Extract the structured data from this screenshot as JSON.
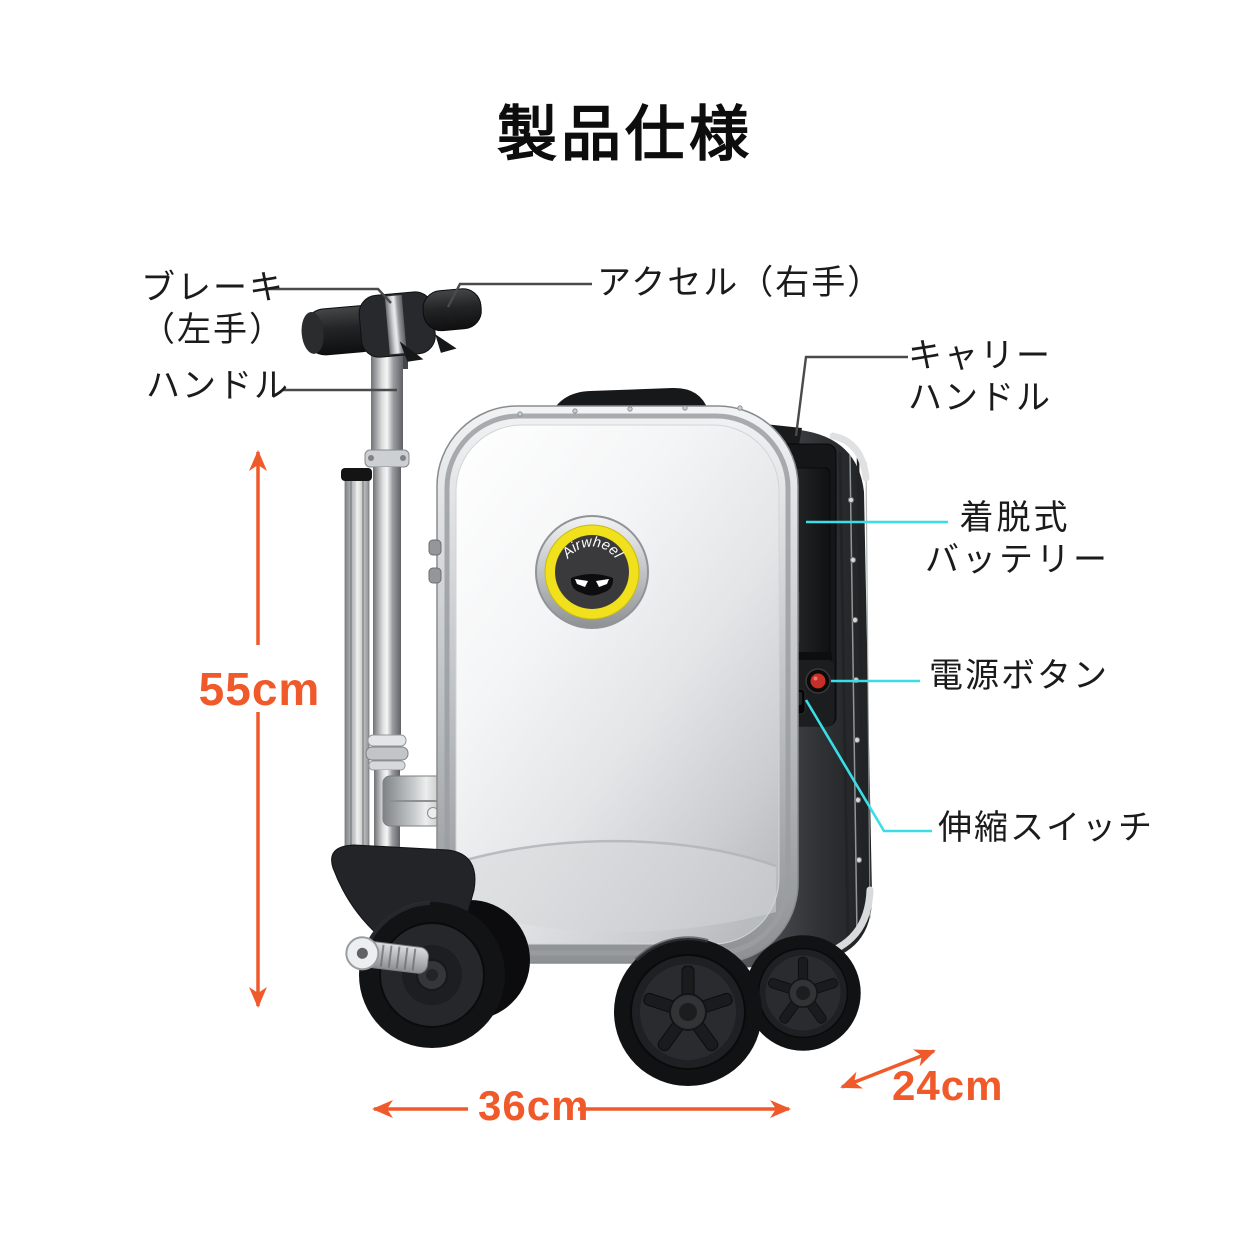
{
  "title": "製品仕様",
  "labels": {
    "brake": {
      "line1": "ブレーキ",
      "line2": "（左手）"
    },
    "handle": "ハンドル",
    "accelerator": "アクセル（右手）",
    "carry": {
      "line1": "キャリー",
      "line2": "ハンドル"
    },
    "battery": {
      "line1": "着脱式",
      "line2": "バッテリー"
    },
    "power": "電源ボタン",
    "telescopic": "伸縮スイッチ"
  },
  "dimensions": {
    "height": "55cm",
    "width": "36cm",
    "depth": "24cm"
  },
  "logo": {
    "brand": "Airwheel"
  },
  "colors": {
    "accent_orange": "#F0592A",
    "accent_cyan": "#3BDEE6",
    "leader_dark": "#4A4A4A",
    "label_text": "#1B1B1B",
    "logo_yellow": "#F1E01C"
  }
}
